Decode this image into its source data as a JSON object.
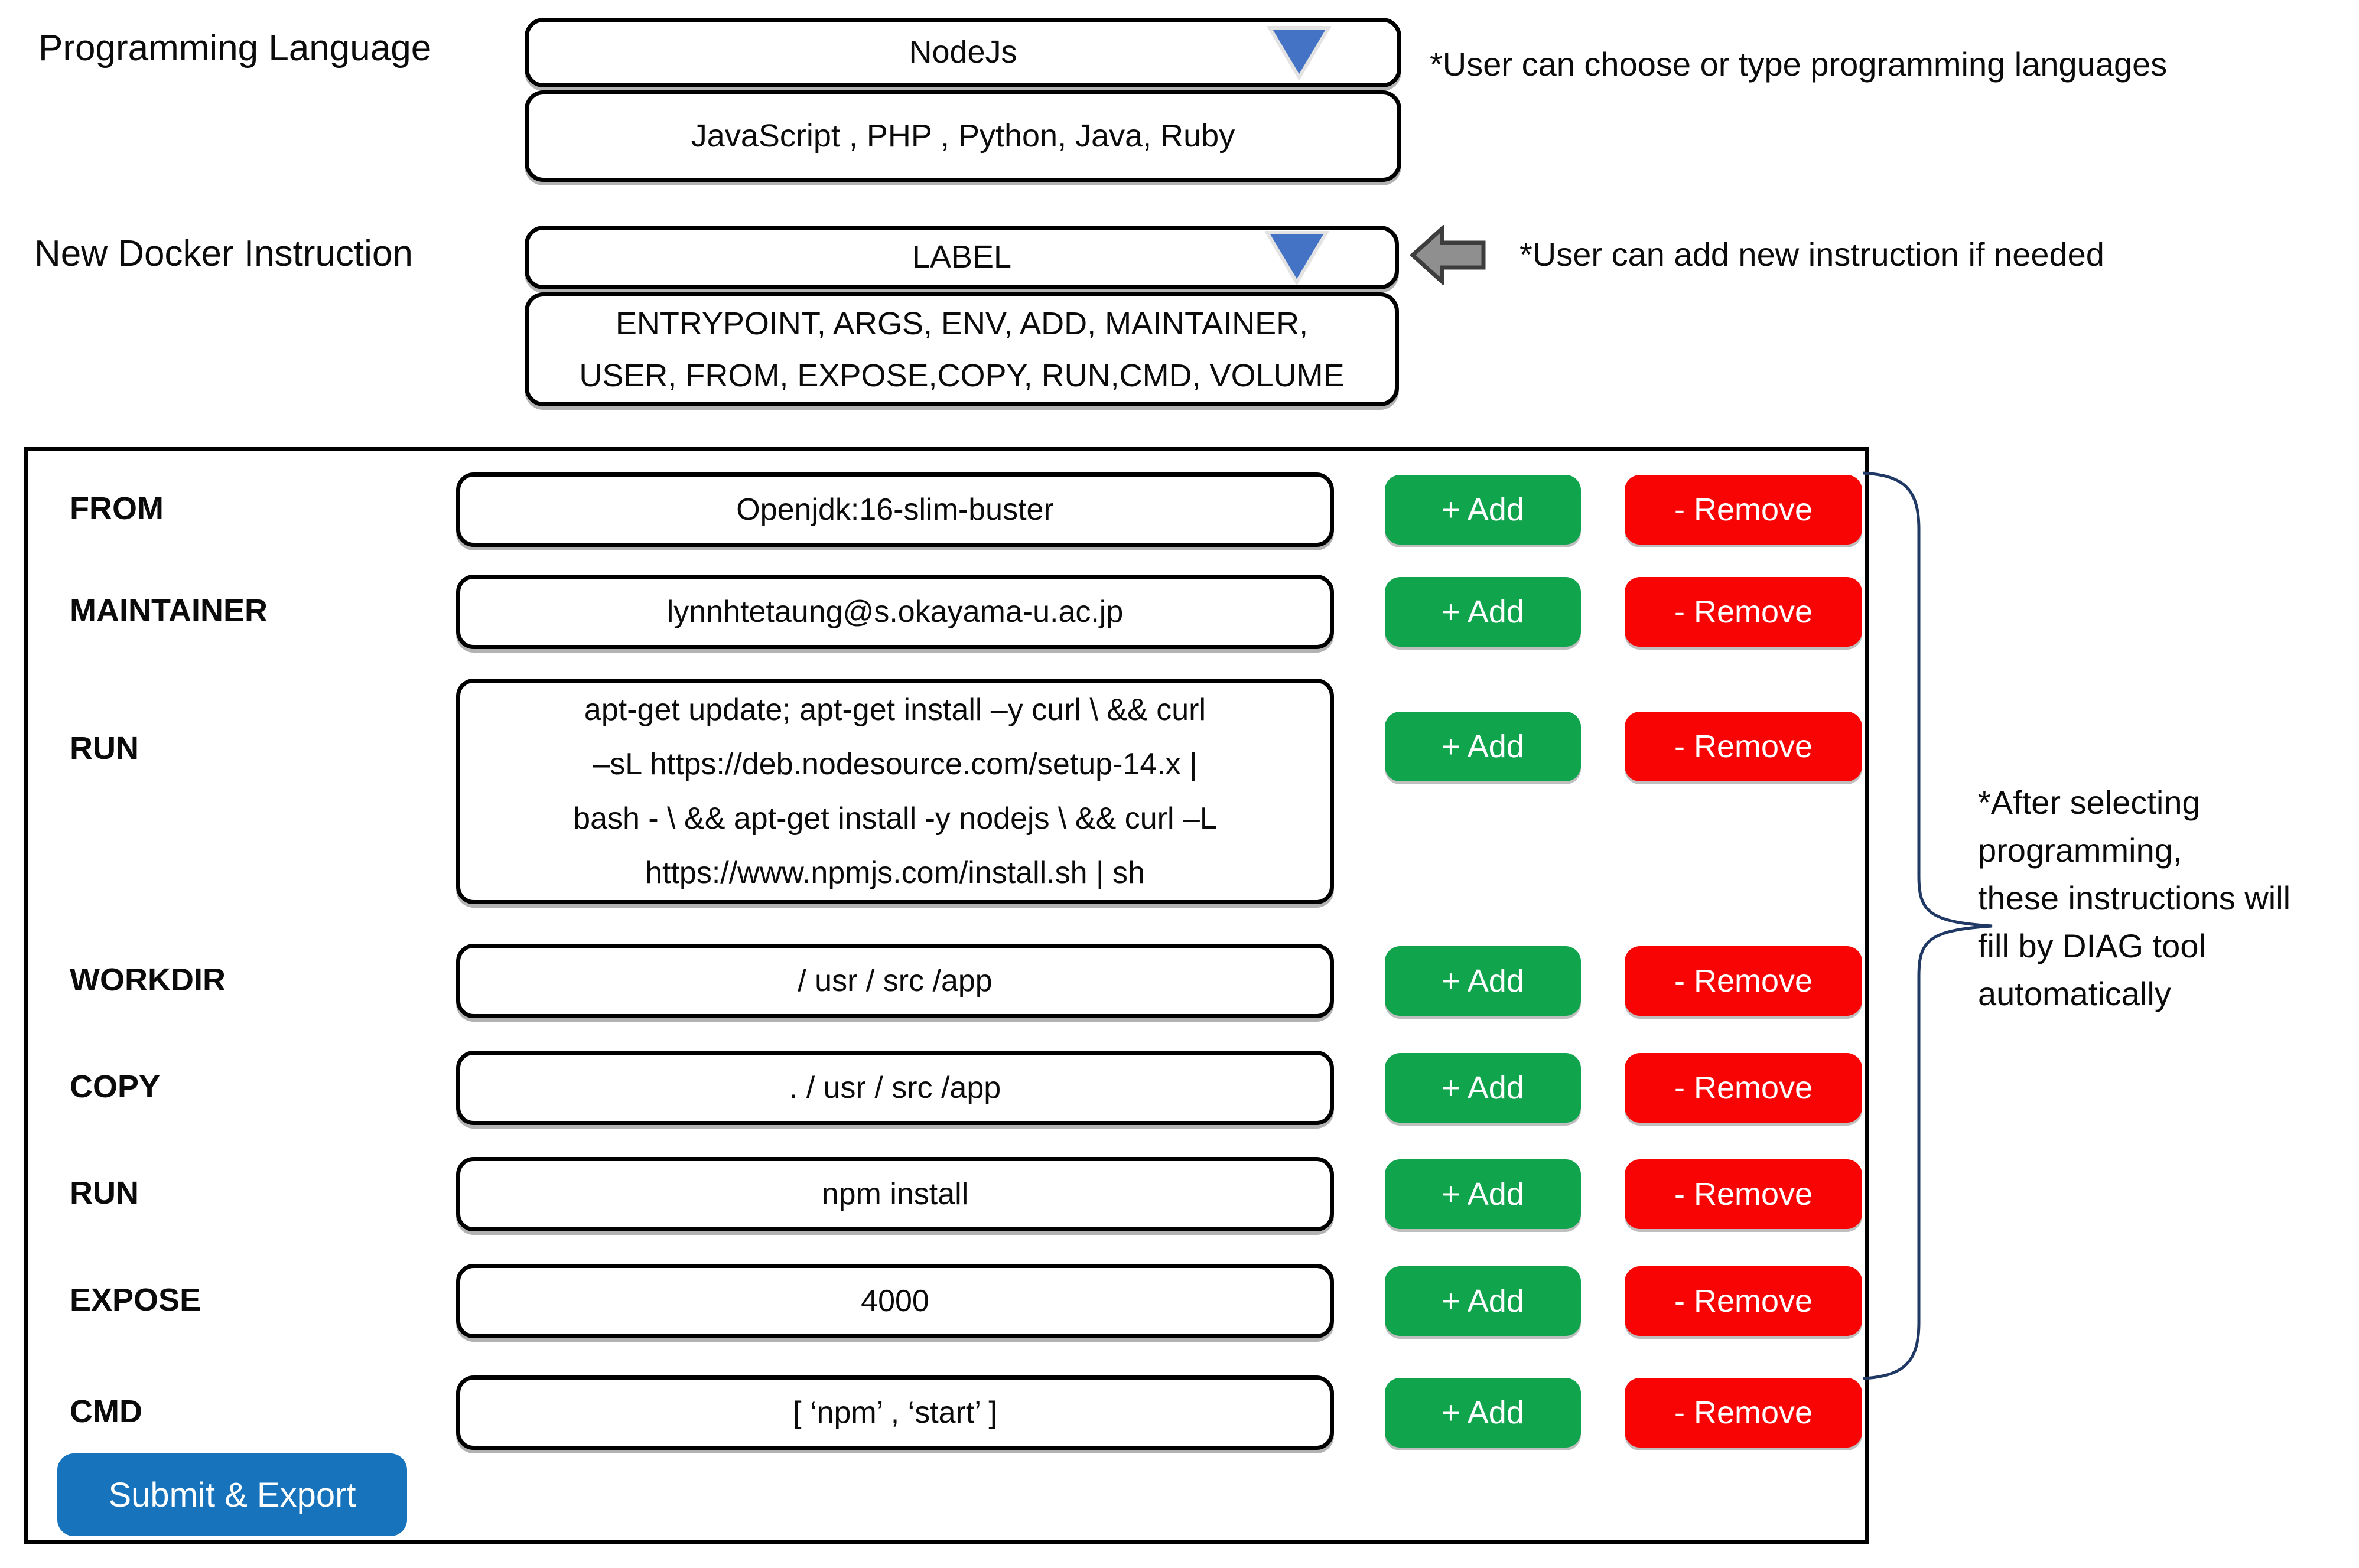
{
  "language_section": {
    "label": "Programming Language",
    "dropdown_value": "NodeJs",
    "options": "JavaScript , PHP , Python, Java, Ruby",
    "note": "*User can choose or type programming languages"
  },
  "instruction_section": {
    "label": "New Docker Instruction",
    "dropdown_value": "LABEL",
    "options_line1": "ENTRYPOINT, ARGS, ENV, ADD, MAINTAINER,",
    "options_line2": "USER, FROM, EXPOSE,COPY, RUN,CMD, VOLUME",
    "note": "*User can add new instruction if needed"
  },
  "panel": {
    "rows": [
      {
        "label": "FROM",
        "value": "Openjdk:16-slim-buster"
      },
      {
        "label": "MAINTAINER",
        "value": "lynnhtetaung@s.okayama-u.ac.jp"
      },
      {
        "label": "RUN",
        "value": "apt-get update; apt-get install –y curl \\ && curl\n–sL https://deb.nodesource.com/setup-14.x |\nbash - \\ && apt-get install -y nodejs \\ && curl –L\nhttps://www.npmjs.com/install.sh | sh"
      },
      {
        "label": "WORKDIR",
        "value": "/ usr / src /app"
      },
      {
        "label": "COPY",
        "value": ". / usr / src /app"
      },
      {
        "label": "RUN",
        "value": "npm install"
      },
      {
        "label": "EXPOSE",
        "value": "4000"
      },
      {
        "label": "CMD",
        "value": "[ ‘npm’ , ‘start’ ]"
      }
    ],
    "add_label": "+ Add",
    "remove_label": "- Remove",
    "submit_label": "Submit & Export",
    "note": "*After selecting\nprogramming,\nthese instructions will\nfill by DIAG tool\nautomatically"
  },
  "colors": {
    "add_green": "#10a44d",
    "remove_red": "#f90404",
    "submit_blue": "#1673bc",
    "dropdown_triangle_blue": "#4472c4",
    "arrow_gray": "#8f8f8f",
    "brace_navy": "#1f3864"
  }
}
